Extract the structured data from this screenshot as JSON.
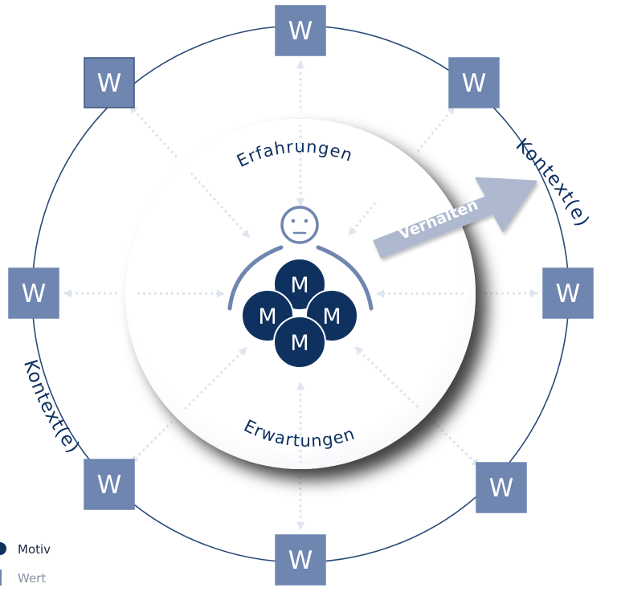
{
  "diagram": {
    "center_labels": {
      "top": "Erfahrungen",
      "bottom": "Erwartungen"
    },
    "arrow_label": "Verhalten",
    "context_labels": {
      "right": "Kontext(e)",
      "left": "Kontext(e)"
    },
    "value_box_letter": "W",
    "motive_letter": "M",
    "value_box_count": 8,
    "motive_count": 4
  },
  "legend": {
    "items": [
      {
        "label": "Motiv",
        "shape": "circle",
        "color": "#0e3160"
      },
      {
        "label": "Wert",
        "shape": "square",
        "color": "#6f86b0"
      }
    ]
  },
  "colors": {
    "navy": "#0e3160",
    "value_box": "#6f86b0",
    "arrow": "#aeb9d0",
    "dotted_line": "#dfe5ef",
    "outer_ring": "#2a4a78"
  }
}
